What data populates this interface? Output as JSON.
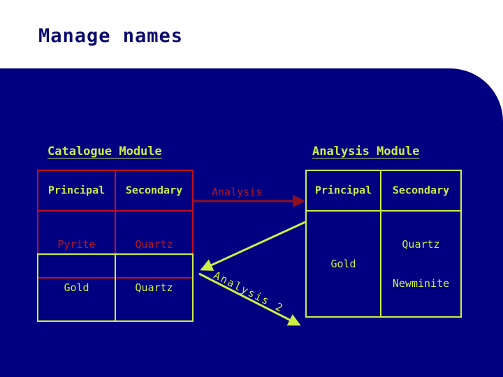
{
  "slide": {
    "title": "Manage names",
    "background_color": "#ffffff",
    "panel_color": "#000080",
    "accent_yellow": "#ccee44",
    "accent_red": "#b01828",
    "title_color": "#0a0a6e"
  },
  "catalogue_module": {
    "heading": "Catalogue Module",
    "columns": [
      "Principal",
      "Secondary"
    ],
    "rows": [
      {
        "principal": "Pyrite",
        "secondary": "Quartz",
        "color": "#b01828"
      },
      {
        "principal": "Gold",
        "secondary": "Quartz",
        "color": "#ccee44"
      }
    ]
  },
  "analysis_module": {
    "heading": "Analysis Module",
    "columns": [
      "Principal",
      "Secondary"
    ],
    "rows": [
      {
        "principal": "Gold",
        "secondary_line1": "Quartz",
        "secondary_line2": "Newminite",
        "color": "#ccee44"
      }
    ]
  },
  "arrows": [
    {
      "label": "Analysis",
      "color": "#b01828",
      "direction": "right",
      "style": "straight"
    },
    {
      "label": "Analysis 2",
      "color": "#ccee44",
      "direction": "down-left-then-down-right",
      "style": "bent"
    }
  ]
}
